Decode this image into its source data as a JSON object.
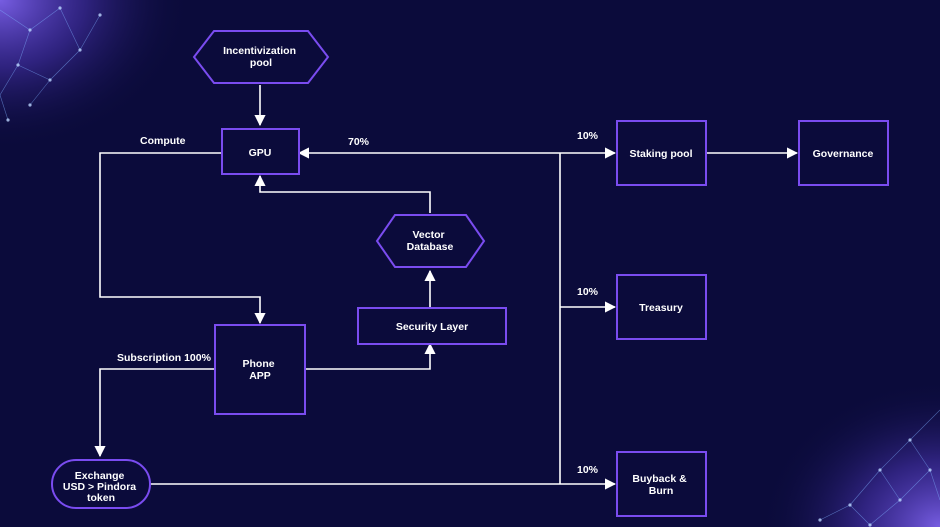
{
  "colors": {
    "background": "#0b0b3b",
    "node_border": "#7a4cf0",
    "connector": "#ffffff",
    "glow": "#7b5cff"
  },
  "nodes": {
    "incentivization_pool": [
      "Incentivization",
      "pool"
    ],
    "gpu": [
      "GPU"
    ],
    "vector_database": [
      "Vector",
      "Database"
    ],
    "security_layer": [
      "Security Layer"
    ],
    "phone_app": [
      "Phone",
      "APP"
    ],
    "exchange": [
      "Exchange",
      "USD > Pindora",
      "token"
    ],
    "staking_pool": [
      "Staking pool"
    ],
    "governance": [
      "Governance"
    ],
    "treasury": [
      "Treasury"
    ],
    "buyback_burn": [
      "Buyback &",
      "Burn"
    ]
  },
  "edge_labels": {
    "compute": "Compute",
    "gpu_share": "70%",
    "staking_share": "10%",
    "treasury_share": "10%",
    "buyback_share": "10%",
    "subscription": "Subscription 100%"
  }
}
